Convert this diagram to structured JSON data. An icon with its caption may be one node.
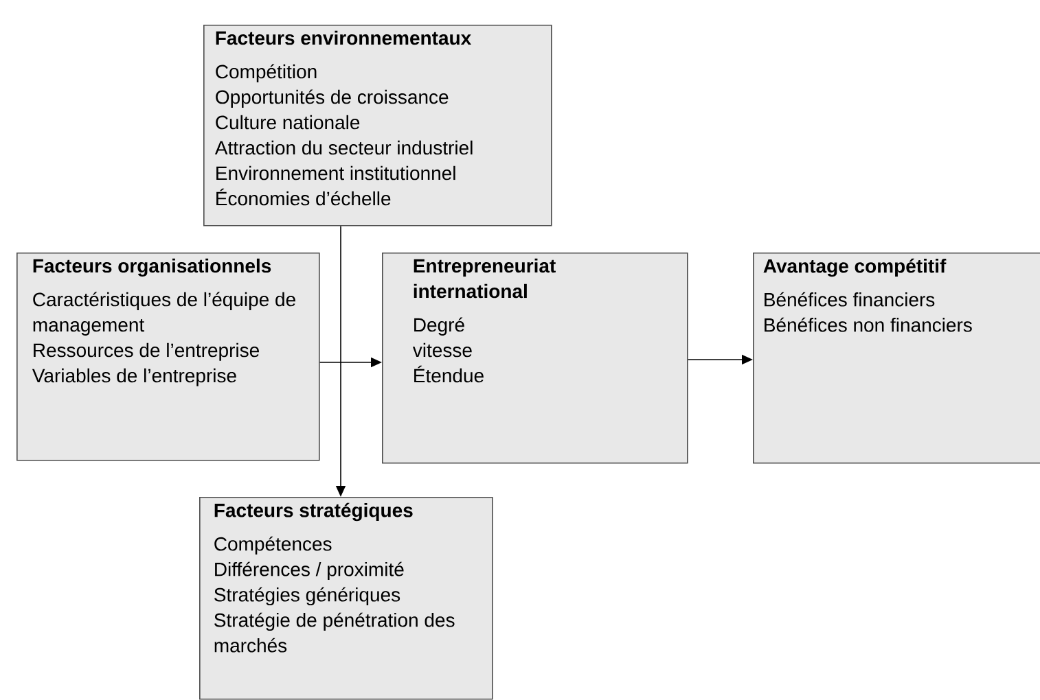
{
  "diagram": {
    "nodes": [
      {
        "text": [
          "Facteurs environnementaux",
          "Compétition",
          "Opportunités de croissance",
          "Culture nationale",
          "Attraction du secteur industriel",
          "Environnement institutionnel",
          "Économies d’échelle"
        ]
      },
      {
        "text": [
          "Facteurs organisationnels",
          "Caractéristiques de l’équipe de management",
          "Ressources de l’entreprise",
          "Variables de l’entreprise"
        ]
      },
      {
        "text": [
          "Entrepreneuriat international",
          "Degré",
          "vitesse",
          "Étendue"
        ]
      },
      {
        "text": [
          "Avantage compétitif",
          "Bénéfices financiers",
          "Bénéfices non financiers"
        ]
      },
      {
        "text": [
          "Facteurs stratégiques",
          "Compétences",
          "Différences / proximité",
          "Stratégies génériques",
          "Stratégie de pénétration des marchés"
        ]
      }
    ],
    "edges": [
      {
        "from": 0,
        "to": 4,
        "arrow": "to"
      },
      {
        "from": 1,
        "to": 2,
        "arrow": "to"
      },
      {
        "from": 2,
        "to": 3,
        "arrow": "to"
      }
    ]
  }
}
